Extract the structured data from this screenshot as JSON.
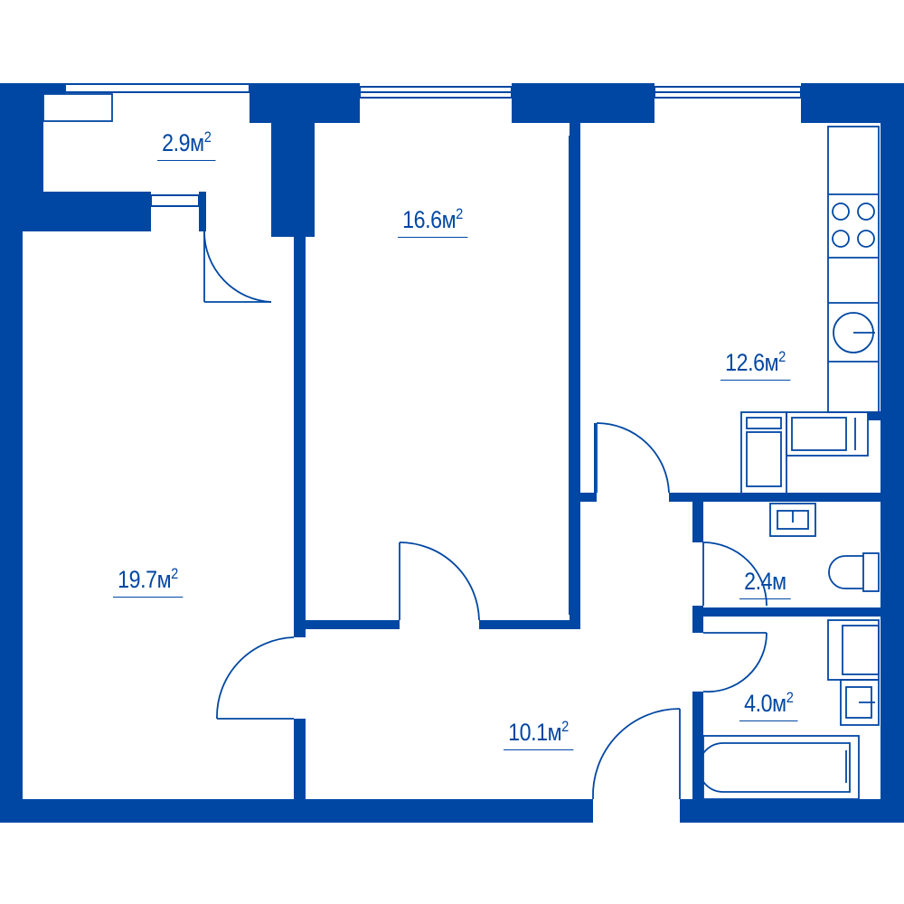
{
  "colors": {
    "wall": "#0047a3",
    "background": "#ffffff"
  },
  "rooms": [
    {
      "name": "balcony",
      "value": "2.9м",
      "sup": "2"
    },
    {
      "name": "bedroom",
      "value": "16.6м",
      "sup": "2"
    },
    {
      "name": "kitchen",
      "value": "12.6м",
      "sup": "2"
    },
    {
      "name": "living-room",
      "value": "19.7м",
      "sup": "2"
    },
    {
      "name": "hallway",
      "value": "10.1м",
      "sup": "2"
    },
    {
      "name": "toilet",
      "value": "2.4м",
      "sup": ""
    },
    {
      "name": "bathroom",
      "value": "4.0м",
      "sup": "2"
    }
  ]
}
